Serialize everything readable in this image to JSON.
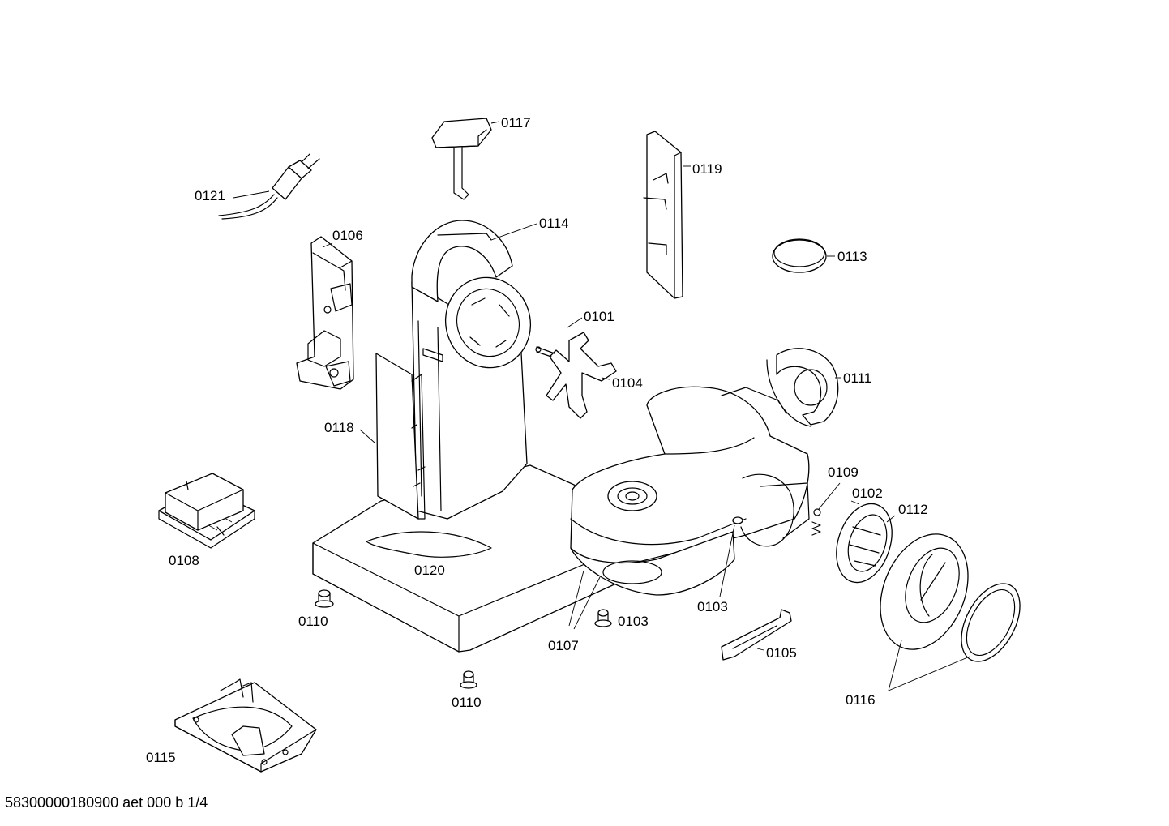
{
  "parts": [
    {
      "id": "p0117",
      "label": "0117"
    },
    {
      "id": "p0119",
      "label": "0119"
    },
    {
      "id": "p0121",
      "label": "0121"
    },
    {
      "id": "p0114",
      "label": "0114"
    },
    {
      "id": "p0106",
      "label": "0106"
    },
    {
      "id": "p0113",
      "label": "0113"
    },
    {
      "id": "p0101",
      "label": "0101"
    },
    {
      "id": "p0104",
      "label": "0104"
    },
    {
      "id": "p0111",
      "label": "0111"
    },
    {
      "id": "p0118",
      "label": "0118"
    },
    {
      "id": "p0109",
      "label": "0109"
    },
    {
      "id": "p0102",
      "label": "0102"
    },
    {
      "id": "p0112",
      "label": "0112"
    },
    {
      "id": "p0108",
      "label": "0108"
    },
    {
      "id": "p0120",
      "label": "0120"
    },
    {
      "id": "p0103a",
      "label": "0103"
    },
    {
      "id": "p0110a",
      "label": "0110"
    },
    {
      "id": "p0103b",
      "label": "0103"
    },
    {
      "id": "p0107",
      "label": "0107"
    },
    {
      "id": "p0105",
      "label": "0105"
    },
    {
      "id": "p0116",
      "label": "0116"
    },
    {
      "id": "p0110b",
      "label": "0110"
    },
    {
      "id": "p0115",
      "label": "0115"
    }
  ],
  "footer": "58300000180900 aet 000 b 1/4"
}
